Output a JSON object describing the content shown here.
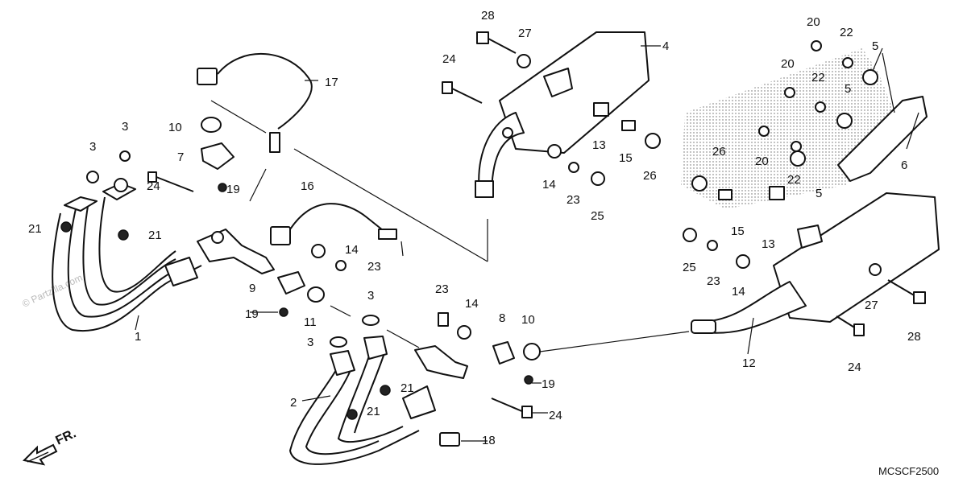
{
  "diagram": {
    "code": "MCSCF2500",
    "watermark": "© Partzilla.com",
    "direction_label": "FR.",
    "callouts": [
      "1",
      "2",
      "3",
      "3",
      "3",
      "3",
      "4",
      "5",
      "5",
      "5",
      "6",
      "7",
      "8",
      "9",
      "10",
      "10",
      "11",
      "12",
      "13",
      "13",
      "14",
      "14",
      "14",
      "14",
      "15",
      "15",
      "16",
      "17",
      "18",
      "19",
      "19",
      "19",
      "20",
      "20",
      "20",
      "21",
      "21",
      "21",
      "21",
      "22",
      "22",
      "22",
      "23",
      "23",
      "23",
      "23",
      "24",
      "24",
      "24",
      "24",
      "25",
      "25",
      "26",
      "26",
      "27",
      "27",
      "28",
      "28"
    ]
  }
}
